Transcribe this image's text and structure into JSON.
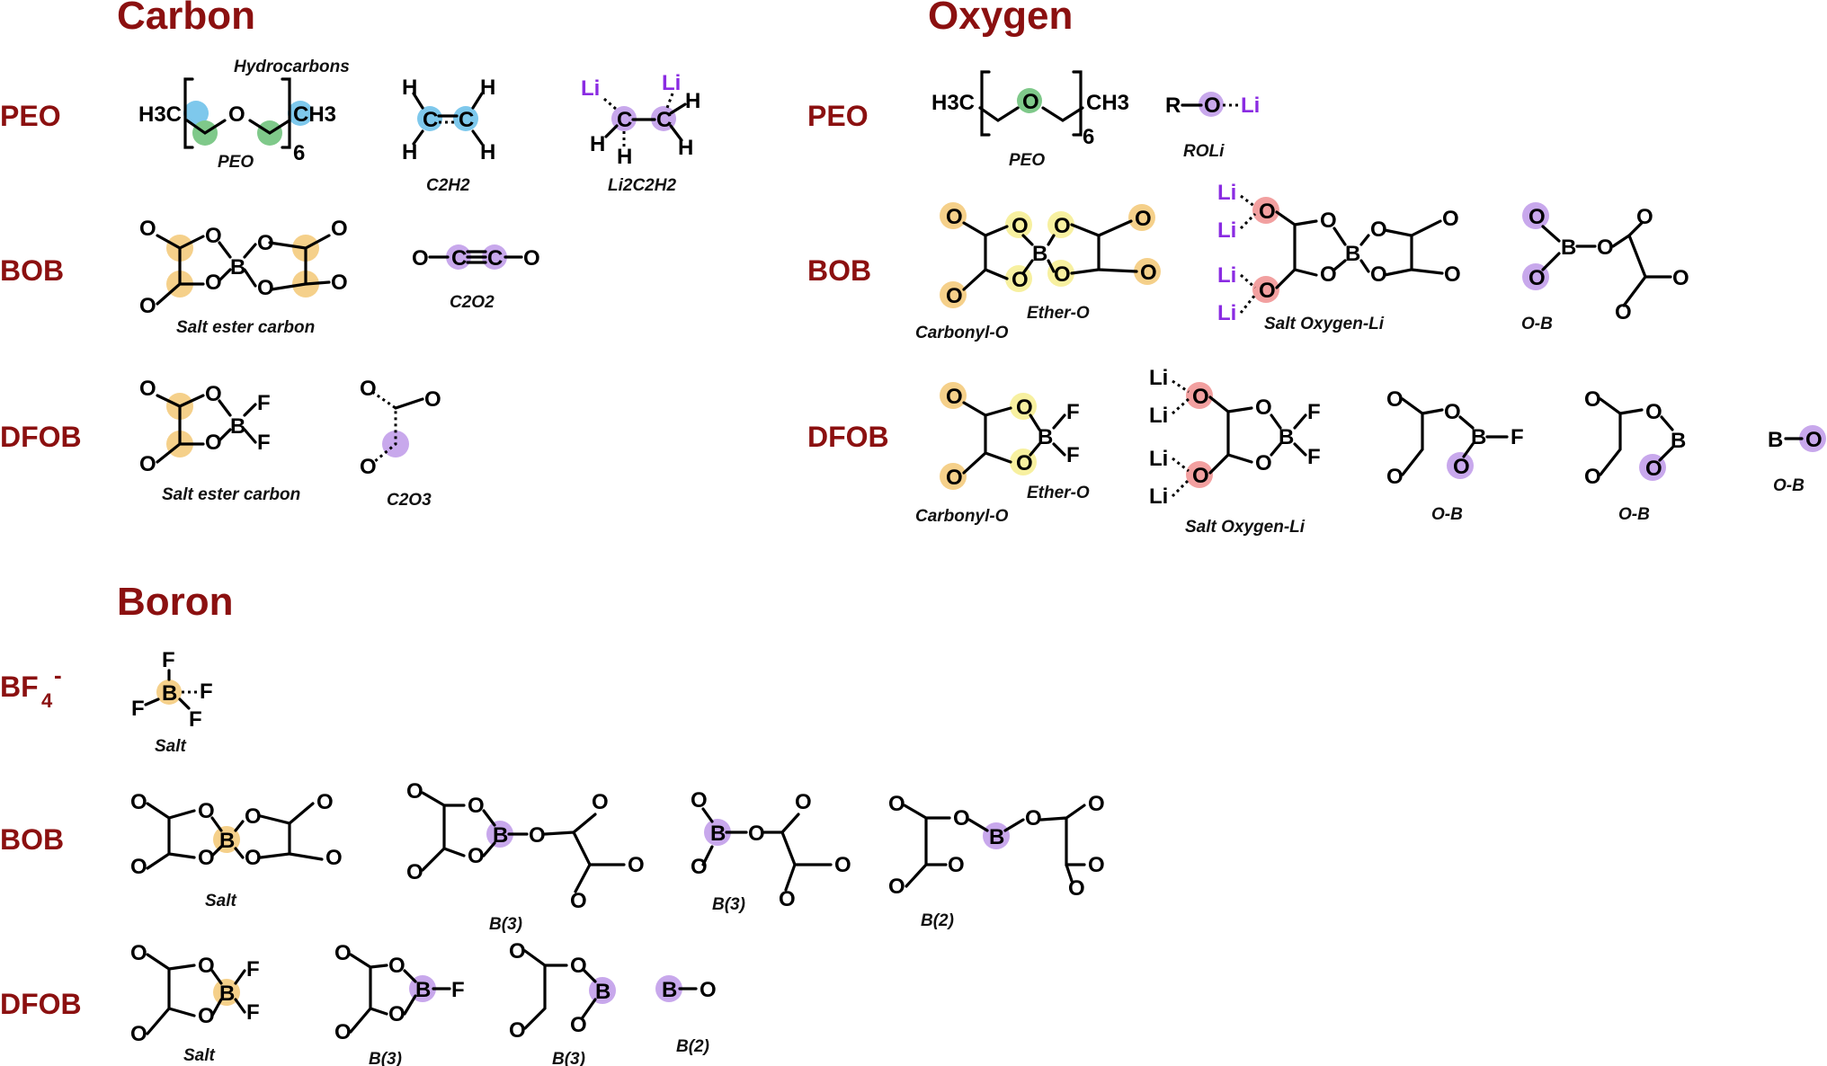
{
  "colors": {
    "header": "#8b1010",
    "blue": "#7ec8ec",
    "green": "#7fc98a",
    "orange": "#f5d08a",
    "yellow": "#f7f0a0",
    "purple": "#c8a8ec",
    "red": "#f2a0a0",
    "lithium": "#8a2be2"
  },
  "sections": {
    "carbon": "Carbon",
    "oxygen": "Oxygen",
    "boron": "Boron"
  },
  "rows": {
    "peo": "PEO",
    "bob": "BOB",
    "dfob": "DFOB",
    "bf4": "BF",
    "bf4_sub": "4",
    "bf4_sup": "-"
  },
  "captions": {
    "hydrocarbons": "Hydrocarbons",
    "peo": "PEO",
    "c2h2": "C2H2",
    "li2c2h2": "Li2C2H2",
    "salt_ester_carbon": "Salt ester carbon",
    "c2o2": "C2O2",
    "c2o3": "C2O3",
    "roli": "ROLi",
    "carbonyl_o": "Carbonyl-O",
    "ether_o": "Ether-O",
    "salt_oxygen_li": "Salt Oxygen-Li",
    "o_b": "O-B",
    "salt": "Salt",
    "b3": "B(3)",
    "b2": "B(2)"
  },
  "atoms": {
    "c": "C",
    "o": "O",
    "b": "B",
    "f": "F",
    "h": "H",
    "li": "Li",
    "r": "R",
    "h3c": "H3C",
    "ch3": "CH3",
    "repeat": "6"
  }
}
